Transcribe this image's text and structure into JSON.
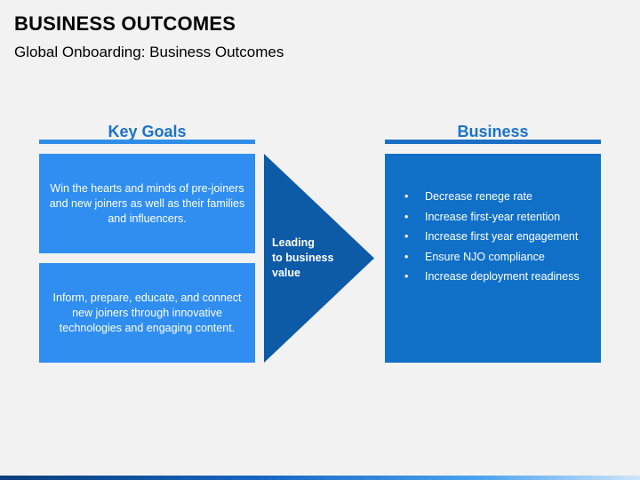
{
  "slide": {
    "title": "BUSINESS OUTCOMES",
    "subtitle": "Global Onboarding: Business Outcomes"
  },
  "left": {
    "heading": "Key Goals",
    "boxes": [
      "Win the hearts and minds of pre-joiners and new joiners as well as their families and influencers.",
      "Inform, prepare, educate, and connect new joiners through innovative technologies and engaging content."
    ]
  },
  "arrow": {
    "label_line1": "Leading",
    "label_line2": "to business",
    "label_line3": "value"
  },
  "right": {
    "heading": "Business",
    "bullet_glyph": "•",
    "items": [
      "Decrease renege rate",
      "Increase first-year retention",
      "Increase first year engagement",
      "Ensure NJO compliance",
      "Increase deployment readiness"
    ]
  },
  "colors": {
    "accent_light": "#2f8ef0",
    "accent_dark": "#1070c8",
    "arrow": "#0d5aa7",
    "heading": "#1a73c9"
  }
}
